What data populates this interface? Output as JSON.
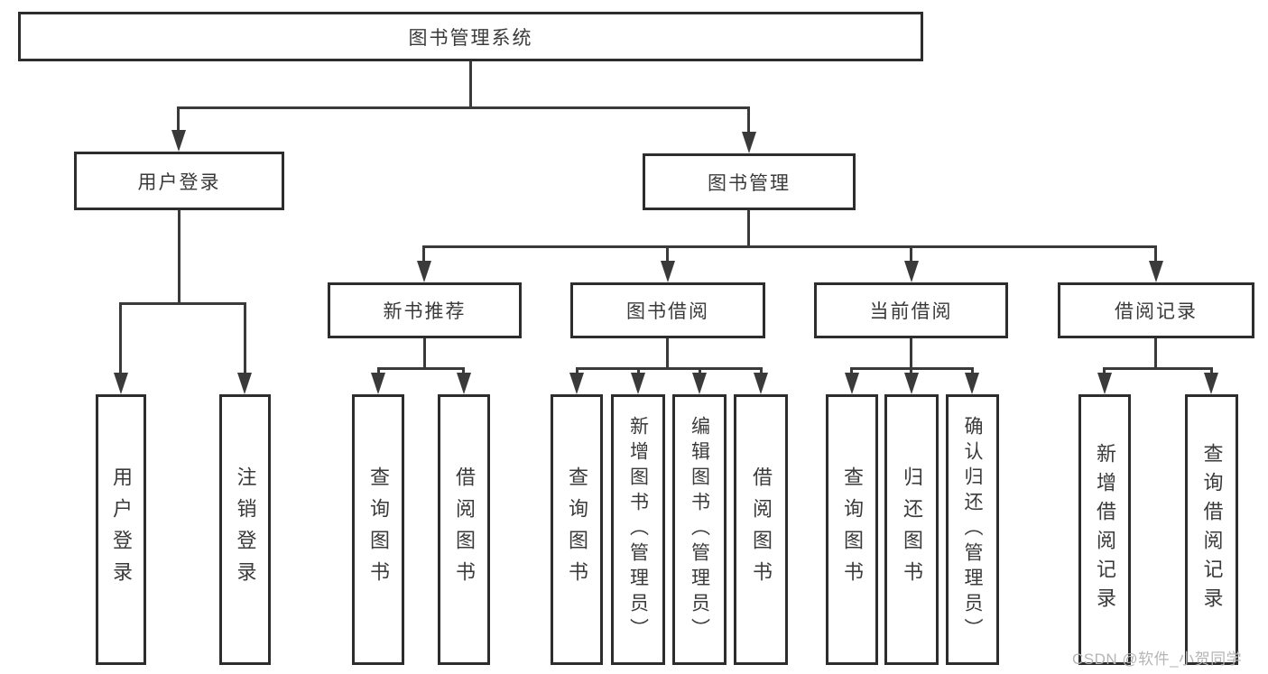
{
  "diagram": {
    "title": "图书管理系统",
    "watermark": "CSDN @软件_小贺同学",
    "colors": {
      "background": "#ffffff",
      "box_fill": "#ffffff",
      "box_border": "#2d2d2d",
      "line": "#3a3a3a",
      "text": "#3a3a3a",
      "watermark": "#b5b5b5"
    },
    "nodes": {
      "root": "图书管理系统",
      "user_login": "用户登录",
      "book_management": "图书管理",
      "login": "用户登录",
      "logout": "注销登录",
      "new_book_recommend": "新书推荐",
      "book_borrow": "图书借阅",
      "current_borrow": "当前借阅",
      "borrow_records": "借阅记录",
      "nbr_query": "查询图书",
      "nbr_borrow": "借阅图书",
      "bb_query": "查询图书",
      "bb_add": "新增图书（管理员）",
      "bb_edit": "编辑图书（管理员）",
      "bb_borrow": "借阅图书",
      "cb_query": "查询图书",
      "cb_return": "归还图书",
      "cb_confirm": "确认归还（管理员）",
      "br_add": "新增借阅记录",
      "br_query": "查询借阅记录"
    },
    "hierarchy": {
      "图书管理系统": {
        "用户登录": [
          "用户登录",
          "注销登录"
        ],
        "图书管理": {
          "新书推荐": [
            "查询图书",
            "借阅图书"
          ],
          "图书借阅": [
            "查询图书",
            "新增图书（管理员）",
            "编辑图书（管理员）",
            "借阅图书"
          ],
          "当前借阅": [
            "查询图书",
            "归还图书",
            "确认归还（管理员）"
          ],
          "借阅记录": [
            "新增借阅记录",
            "查询借阅记录"
          ]
        }
      }
    }
  }
}
